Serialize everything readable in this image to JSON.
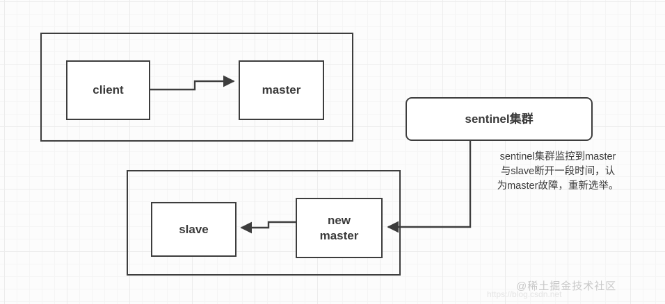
{
  "diagram": {
    "title": "Redis Sentinel failover diagram",
    "stroke_color": "#3d3d3d",
    "background_color": "#fcfcfc",
    "groups": [
      {
        "id": "primary",
        "label": ""
      },
      {
        "id": "replica",
        "label": ""
      }
    ],
    "nodes": {
      "client": "client",
      "master": "master",
      "slave": "slave",
      "new_master": "new\nmaster",
      "new_master_line1": "new",
      "new_master_line2": "master",
      "sentinel": "sentinel集群"
    },
    "annotation": {
      "line1": "sentinel集群监控到master",
      "line2": "与slave断开一段时间，认",
      "line3": "为master故障，重新选举。",
      "full_text": "sentinel集群监控到master与slave断开一段时间，认为master故障，重新选举。"
    },
    "watermark": {
      "text": "@稀土掘金技术社区",
      "url": "https://blog.csdn.net"
    },
    "edges": [
      {
        "id": "client-to-master",
        "from": "client",
        "to": "master",
        "direction": "right"
      },
      {
        "id": "newmaster-to-slave",
        "from": "new_master",
        "to": "slave",
        "direction": "left"
      },
      {
        "id": "sentinel-to-newmaster",
        "from": "sentinel",
        "to": "new_master",
        "direction": "left"
      }
    ]
  }
}
